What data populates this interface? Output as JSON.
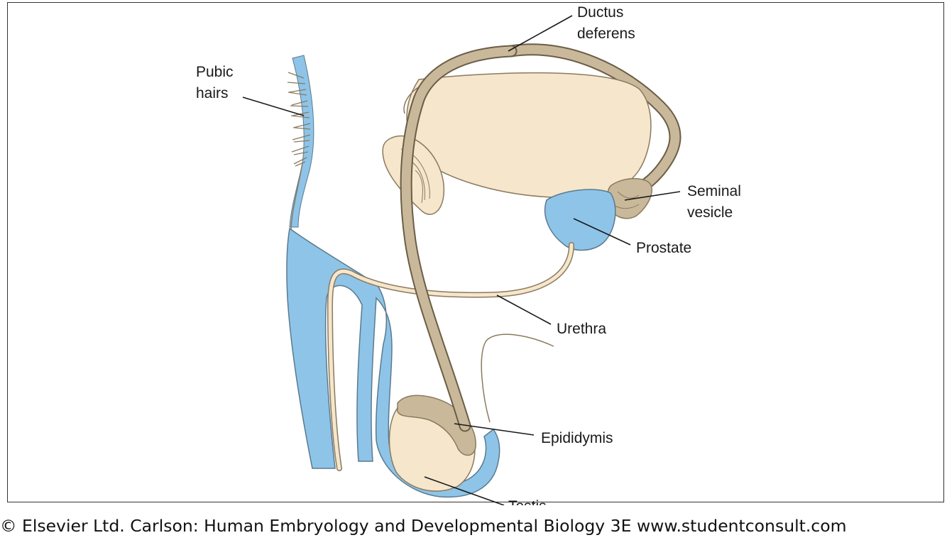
{
  "labels": {
    "ductus_deferens": [
      "Ductus",
      "deferens"
    ],
    "pubic_hairs": [
      "Pubic",
      "hairs"
    ],
    "seminal_vesicle": [
      "Seminal",
      "vesicle"
    ],
    "prostate": "Prostate",
    "urethra": "Urethra",
    "epididymis": "Epididymis",
    "testis": "Testis"
  },
  "credit": "© Elsevier Ltd. Carlson: Human Embryology and Developmental Biology 3E www.studentconsult.com",
  "colors": {
    "tissue_blue": "#8ec4e8",
    "tan_organ": "#c9b99a",
    "cream_organ": "#f5e6cc",
    "outline": "#6b5d47"
  }
}
